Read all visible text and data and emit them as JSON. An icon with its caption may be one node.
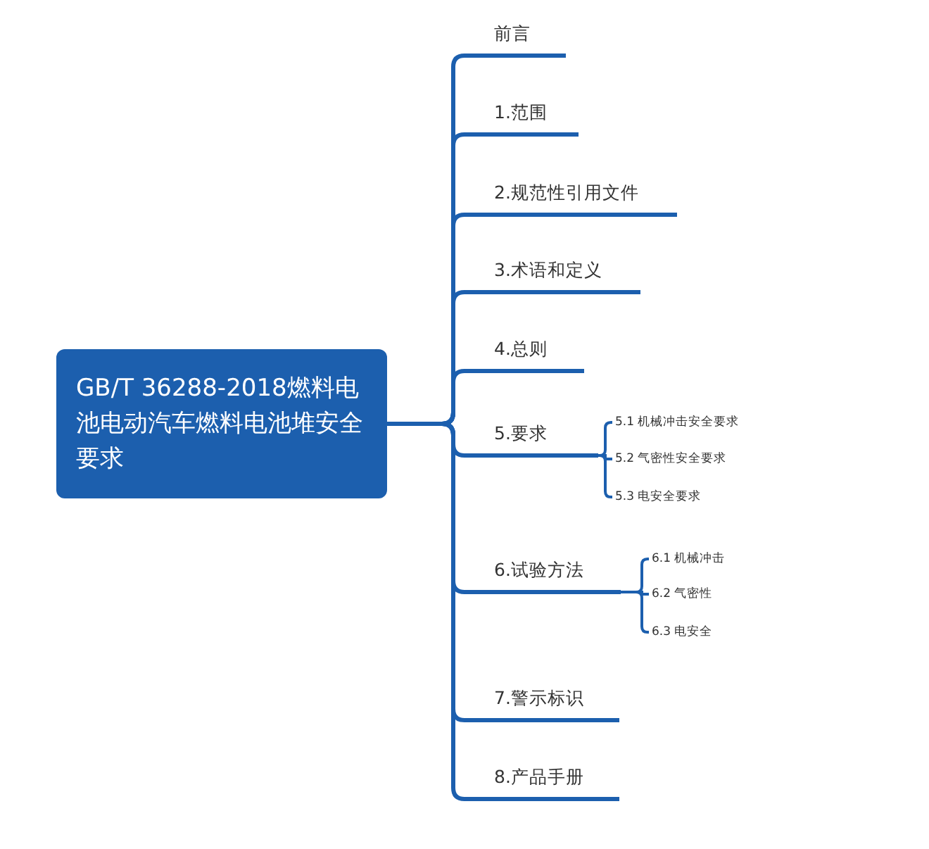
{
  "diagram": {
    "nodes": [
      {
        "text": [
          "GB/T 36288-2018燃料电池电动汽车燃料电池堆安全要求"
        ]
      },
      {
        "text": [
          "前言"
        ]
      },
      {
        "text": [
          "1.范围"
        ]
      },
      {
        "text": [
          "2.规范性引用文件"
        ]
      },
      {
        "text": [
          "3.术语和定义"
        ]
      },
      {
        "text": [
          "4.总则"
        ]
      },
      {
        "text": [
          "5.要求"
        ]
      },
      {
        "text": [
          "6.试验方法"
        ]
      },
      {
        "text": [
          "7.警示标识"
        ]
      },
      {
        "text": [
          "8.产品手册"
        ]
      },
      {
        "text": [
          "5.1 机械冲击安全要求"
        ]
      },
      {
        "text": [
          "5.2 气密性安全要求"
        ]
      },
      {
        "text": [
          "5.3 电安全要求"
        ]
      },
      {
        "text": [
          "6.1 机械冲击"
        ]
      },
      {
        "text": [
          "6.2 气密性"
        ]
      },
      {
        "text": [
          "6.3 电安全"
        ]
      }
    ],
    "edges": [
      {
        "from": 0,
        "to": 1,
        "arrow": "none"
      },
      {
        "from": 0,
        "to": 2,
        "arrow": "none"
      },
      {
        "from": 0,
        "to": 3,
        "arrow": "none"
      },
      {
        "from": 0,
        "to": 4,
        "arrow": "none"
      },
      {
        "from": 0,
        "to": 5,
        "arrow": "none"
      },
      {
        "from": 0,
        "to": 6,
        "arrow": "none"
      },
      {
        "from": 0,
        "to": 7,
        "arrow": "none"
      },
      {
        "from": 0,
        "to": 8,
        "arrow": "none"
      },
      {
        "from": 0,
        "to": 9,
        "arrow": "none"
      },
      {
        "from": 6,
        "to": 10,
        "arrow": "none"
      },
      {
        "from": 6,
        "to": 11,
        "arrow": "none"
      },
      {
        "from": 6,
        "to": 12,
        "arrow": "none"
      },
      {
        "from": 7,
        "to": 13,
        "arrow": "none"
      },
      {
        "from": 7,
        "to": 14,
        "arrow": "none"
      },
      {
        "from": 7,
        "to": 15,
        "arrow": "none"
      }
    ]
  }
}
